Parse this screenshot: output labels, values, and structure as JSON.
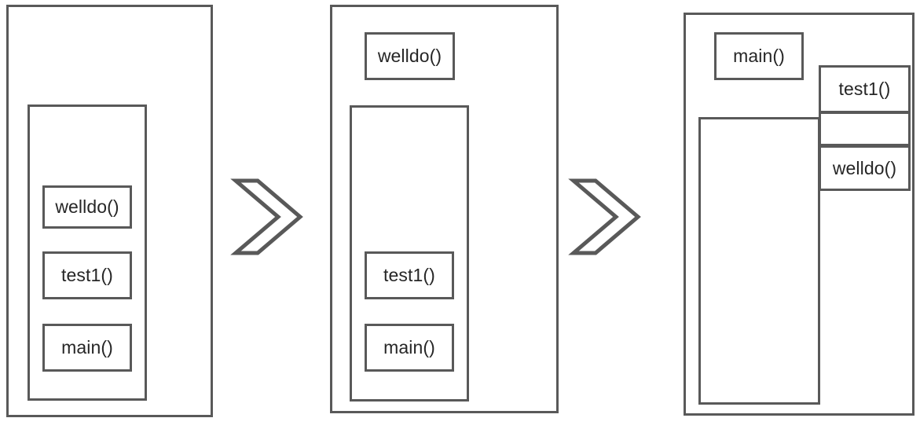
{
  "diagram": {
    "title": "Call stack evolution diagram",
    "stroke_color": "#595959",
    "text_color": "#262626",
    "background_color": "#ffffff",
    "panels": [
      {
        "id": "panel-1",
        "name": "stack-state-initial",
        "outer_frame_label": "",
        "inner_frame_label": "",
        "boxes": [
          {
            "id": "p1-welldo",
            "label": "welldo()"
          },
          {
            "id": "p1-test1",
            "label": "test1()"
          },
          {
            "id": "p1-main",
            "label": "main()"
          }
        ]
      },
      {
        "id": "panel-2",
        "name": "stack-state-popped",
        "outer_frame_label": "",
        "inner_frame_label": "",
        "boxes": [
          {
            "id": "p2-welldo",
            "label": "welldo()"
          },
          {
            "id": "p2-test1",
            "label": "test1()"
          },
          {
            "id": "p2-main",
            "label": "main()"
          }
        ]
      },
      {
        "id": "panel-3",
        "name": "stack-state-reordered",
        "outer_frame_label": "",
        "inner_frame_label": "",
        "boxes": [
          {
            "id": "p3-main",
            "label": "main()"
          },
          {
            "id": "p3-test1",
            "label": "test1()"
          },
          {
            "id": "p3-empty",
            "label": ""
          },
          {
            "id": "p3-welldo",
            "label": "welldo()"
          }
        ]
      }
    ],
    "arrows": [
      {
        "id": "arrow-1",
        "name": "chevron-right-icon-1",
        "glyph": "chevron-right"
      },
      {
        "id": "arrow-2",
        "name": "chevron-right-icon-2",
        "glyph": "chevron-right"
      }
    ]
  }
}
